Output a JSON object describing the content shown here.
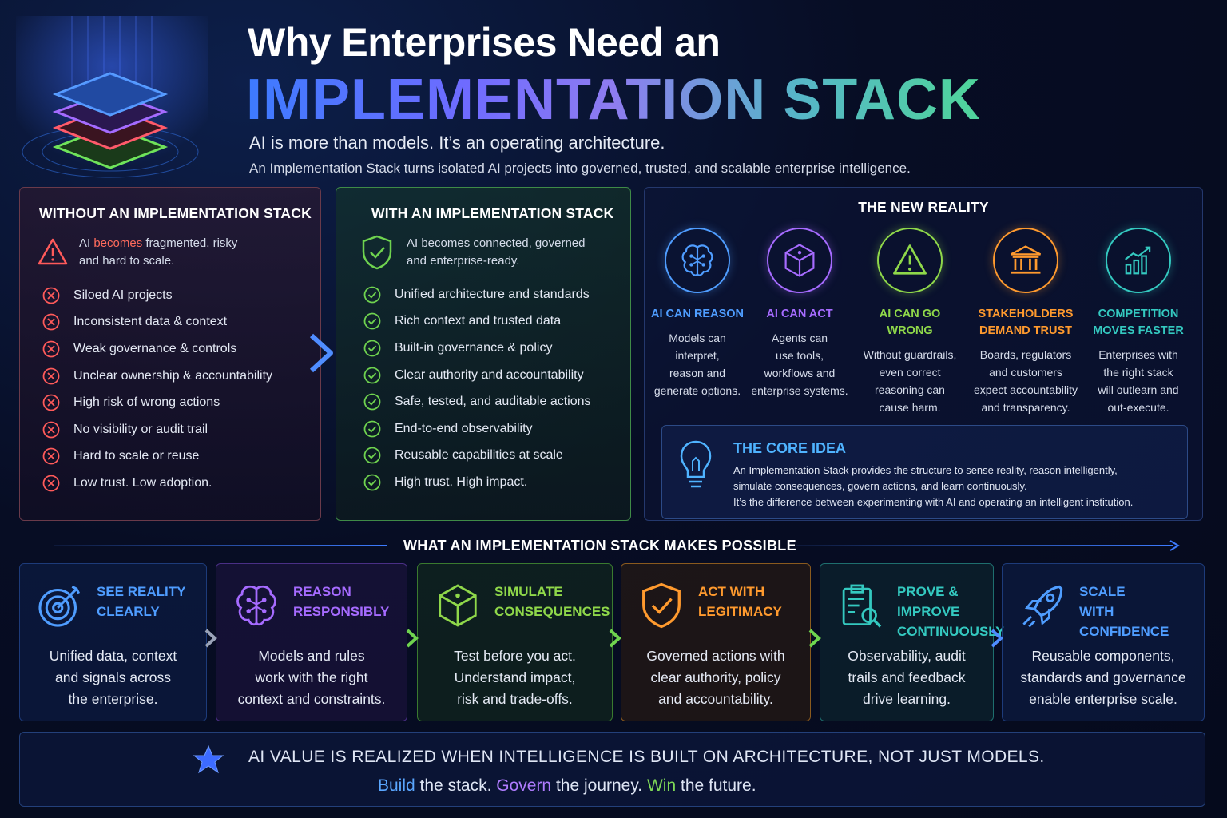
{
  "header": {
    "title_line1": "Why Enterprises Need an",
    "title_line2": "IMPLEMENTATION STACK",
    "subtitle": "AI is more than models. It’s an operating architecture.",
    "subtitle2": "An Implementation Stack turns isolated AI projects into governed, trusted, and scalable enterprise intelligence."
  },
  "without": {
    "title": "WITHOUT AN IMPLEMENTATION STACK",
    "intro_pre": "AI ",
    "intro_highlight": "becomes",
    "intro_post1": " fragmented, risky",
    "intro_post2": "and hard to scale.",
    "items": [
      "Siloed AI projects",
      "Inconsistent data & context",
      "Weak governance & controls",
      "Unclear ownership & accountability",
      "High risk of wrong actions",
      "No visibility or audit trail",
      "Hard to scale or reuse",
      "Low trust. Low adoption."
    ]
  },
  "with": {
    "title": "WITH AN IMPLEMENTATION STACK",
    "intro_line1": "AI becomes connected, governed",
    "intro_line2": "and enterprise-ready.",
    "items": [
      "Unified architecture and standards",
      "Rich context and trusted data",
      "Built-in governance & policy",
      "Clear authority and accountability",
      "Safe, tested, and auditable actions",
      "End-to-end observability",
      "Reusable capabilities at scale",
      "High trust. High impact."
    ]
  },
  "reality": {
    "title": "THE NEW REALITY",
    "items": [
      {
        "icon": "brain-icon",
        "color": "#4f9dff",
        "head1": "AI CAN REASON",
        "head2": "",
        "text": [
          "Models can",
          "interpret,",
          "reason and",
          "generate options."
        ]
      },
      {
        "icon": "cube-icon",
        "color": "#a66bff",
        "head1": "AI CAN ACT",
        "head2": "",
        "text": [
          "Agents can",
          "use tools,",
          "workflows and",
          "enterprise systems."
        ]
      },
      {
        "icon": "warning-icon",
        "color": "#8fd84a",
        "head1": "AI CAN GO WRONG",
        "head2": "",
        "text": [
          "Without guardrails,",
          "even correct",
          "reasoning can",
          "cause harm."
        ]
      },
      {
        "icon": "institution-icon",
        "color": "#ff9a2e",
        "head1": "STAKEHOLDERS",
        "head2": "DEMAND TRUST",
        "text": [
          "Boards, regulators",
          "and customers",
          "expect accountability",
          "and transparency."
        ]
      },
      {
        "icon": "growth-chart-icon",
        "color": "#34c9c0",
        "head1": "COMPETITION",
        "head2": "MOVES FASTER",
        "text": [
          "Enterprises with",
          "the right stack",
          "will outlearn and",
          "out-execute."
        ]
      }
    ]
  },
  "core": {
    "title": "THE CORE IDEA",
    "line1": "An Implementation Stack provides the structure to sense reality, reason intelligently,",
    "line2": "simulate consequences, govern actions, and learn continuously.",
    "line3": "It’s the difference between experimenting with AI and operating an intelligent institution."
  },
  "possible": {
    "title": "WHAT AN IMPLEMENTATION STACK MAKES POSSIBLE",
    "cards": [
      {
        "icon": "target-icon",
        "color": "#4f9dff",
        "head1": "SEE REALITY",
        "head2": "CLEARLY",
        "text": [
          "Unified data, context",
          "and signals across",
          "the enterprise."
        ]
      },
      {
        "icon": "brain-icon",
        "color": "#a66bff",
        "head1": "REASON",
        "head2": "RESPONSIBLY",
        "text": [
          "Models and rules",
          "work with the right",
          "context and constraints."
        ]
      },
      {
        "icon": "cube-icon",
        "color": "#8fd84a",
        "head1": "SIMULATE",
        "head2": "CONSEQUENCES",
        "text": [
          "Test before you act.",
          "Understand impact,",
          "risk and trade-offs."
        ]
      },
      {
        "icon": "shield-check-icon",
        "color": "#ff9a2e",
        "head1": "ACT WITH",
        "head2": "LEGITIMACY",
        "text": [
          "Governed actions with",
          "clear authority, policy",
          "and accountability."
        ]
      },
      {
        "icon": "clipboard-search-icon",
        "color": "#34c9c0",
        "head1": "PROVE & IMPROVE",
        "head2": "CONTINUOUSLY",
        "text": [
          "Observability, audit",
          "trails and feedback",
          "drive learning."
        ]
      },
      {
        "icon": "rocket-icon",
        "color": "#4f9dff",
        "head1": "SCALE",
        "head2": "WITH CONFIDENCE",
        "text": [
          "Reusable components,",
          "standards and governance",
          "enable enterprise scale."
        ]
      }
    ]
  },
  "banner": {
    "line1": "AI VALUE IS REALIZED WHEN INTELLIGENCE IS BUILT ON ARCHITECTURE, NOT JUST MODELS.",
    "word1": "Build",
    "rest1": " the stack. ",
    "word2": "Govern",
    "rest2": " the journey. ",
    "word3": "Win",
    "rest3": " the future."
  }
}
